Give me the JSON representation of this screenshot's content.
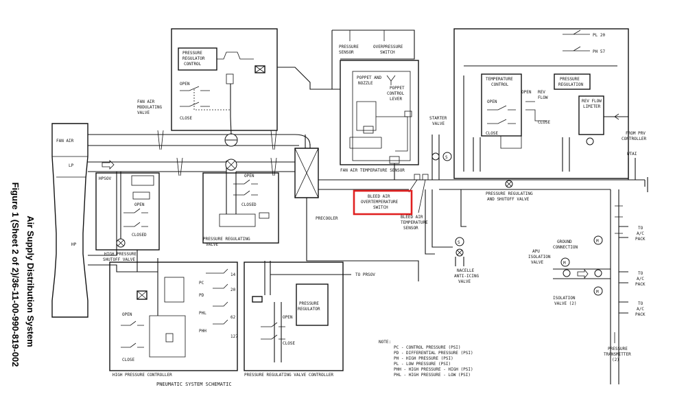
{
  "side_title": {
    "line1": "Air Supply Distribution System",
    "line2": "Figure 1 (Sheet 2 of 2)/36-11-00-990-819-002"
  },
  "bottom_title": "PNEUMATIC SYSTEM SCHEMATIC",
  "highlight_label": {
    "line1": "BLEED AIR",
    "line2": "OVERTEMPERATURE",
    "line3": "SWITCH",
    "color": "#e02020"
  },
  "labels": {
    "fan_air": "FAN AIR",
    "lp": "LP",
    "hp": "HP",
    "hpsov": "HPSOV",
    "prc_1": "PRESSURE",
    "prc_2": "REGULATOR",
    "prc_3": "CONTROL",
    "famv_1": "FAN AIR",
    "famv_2": "MODULATING",
    "famv_3": "VALVE",
    "open_famv": "OPEN",
    "close_famv": "CLOSE",
    "pressure_sensor_1": "PRESSURE",
    "pressure_sensor_2": "SENSOR",
    "overpressure_1": "OVERPRESSURE",
    "overpressure_2": "SWITCH",
    "poppet_nozzle_1": "POPPET AND",
    "poppet_nozzle_2": "NOZZLE",
    "poppet_lever_1": "POPPET",
    "poppet_lever_2": "CONTROL",
    "poppet_lever_3": "LEVER",
    "fats": "FAN AIR TEMPERATURE SENSOR",
    "starter_1": "STARTER",
    "starter_2": "VALVE",
    "open_prsov": "OPEN",
    "closed_prsov": "CLOSED",
    "prv_1": "PRESSURE REGULATING",
    "prv_2": "VALVE",
    "precooler": "PRECOOLER",
    "open_hpsov": "OPEN",
    "closed_hpsov": "CLOSED",
    "hpsov_1": "HIGH PRESSURE",
    "hpsov_2": "SHUTOFF VALVE",
    "to_prsov": "TO PRSOV",
    "bats_1": "BLEED AIR",
    "bats_2": "TEMPERATURE",
    "bats_3": "SENSOR",
    "nacelle_1": "NACELLE",
    "nacelle_2": "ANTI-ICING",
    "nacelle_3": "VALVE",
    "temp_control_1": "TEMPERATURE",
    "temp_control_2": "CONTROL",
    "press_reg_1": "PRESSURE",
    "press_reg_2": "REGULATION",
    "open_right": "OPEN",
    "rev_flow_1": "REV",
    "rev_flow_2": "FLOW",
    "close_right": "CLOSE",
    "close_right2": "CLOSE",
    "rev_flow_lim_1": "REV FLOW",
    "rev_flow_lim_2": "LIMITER",
    "open_right2": "OPEN",
    "from_prv_1": "FROM PRV",
    "from_prv_2": "CONTROLLER",
    "wtai": "WTAI",
    "prsov_right_1": "PRESSURE REGULATING",
    "prsov_right_2": "AND SHUTOFF VALVE",
    "pl20": "PL 20",
    "ph57": "PH 57",
    "ground_1": "GROUND",
    "ground_2": "CONNECTION",
    "apu_1": "APU",
    "apu_2": "ISOLATION",
    "apu_3": "VALVE",
    "iso_1": "ISOLATION",
    "iso_2": "VALVE (2)",
    "to_ac_1": "TO",
    "to_ac_2": "A/C",
    "to_ac_3": "PACK",
    "pt_1": "PRESSURE",
    "pt_2": "TRANSMITTER",
    "pt_3": "(2)",
    "pc_label": "PC",
    "pd_label": "PD",
    "phl_label": "PHL",
    "phh_label": "PHH",
    "v14": "14",
    "v20": "20",
    "v62": "62",
    "v127": "127",
    "open_hpc": "OPEN",
    "close_hpc": "CLOSE",
    "hpc": "HIGH PRESSURE CONTROLLER",
    "reg_1": "PRESSURE",
    "reg_2": "REGULATOR",
    "open_prvc": "OPEN",
    "close_prvc": "CLOSE",
    "prvc": "PRESSURE REGULATING VALVE CONTROLLER",
    "note_title": "NOTE:",
    "note_1": "PC  - CONTROL PRESSURE (PSI)",
    "note_2": "PD  - DIFFERENTIAL PRESSURE (PSI)",
    "note_3": "PH  - HIGH PRESSURE (PSI)",
    "note_4": "PL  - LOW PRESSURE (PSI)",
    "note_5": "PHH - HIGH PRESSURE - HIGH (PSI)",
    "note_6": "PHL - HIGH PRESSURE - LOW (PSI)",
    "s_mark": "S",
    "m_mark": "M"
  }
}
